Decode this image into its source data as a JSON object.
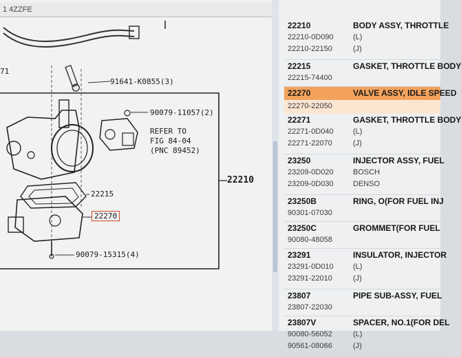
{
  "diagram": {
    "tab_title": "1 4ZZFE",
    "left_marker": "71",
    "callouts": [
      {
        "id": "c1",
        "text": "91641-K0855(3)"
      },
      {
        "id": "c2",
        "text": "90079-11057(2)"
      },
      {
        "id": "c3",
        "text": "REFER TO"
      },
      {
        "id": "c4",
        "text": "FIG 84-04"
      },
      {
        "id": "c5",
        "text": "(PNC 89452)"
      },
      {
        "id": "c6",
        "text": "22215"
      },
      {
        "id": "c7",
        "text": "22270"
      },
      {
        "id": "c8",
        "text": "90079-15315(4)"
      },
      {
        "id": "c9",
        "text": "22210"
      }
    ]
  },
  "parts": [
    {
      "number": "22210",
      "name": "BODY ASSY, THROTTLE",
      "subs": [
        {
          "code": "22210-0D090",
          "note": "(L)"
        },
        {
          "code": "22210-22150",
          "note": "(J)"
        }
      ]
    },
    {
      "number": "22215",
      "name": "GASKET, THROTTLE BODY",
      "subs": [
        {
          "code": "22215-74400",
          "note": ""
        }
      ]
    },
    {
      "number": "22270",
      "name": "VALVE ASSY, IDLE SPEED",
      "subs": [
        {
          "code": "22270-22050",
          "note": ""
        }
      ],
      "highlighted": true
    },
    {
      "number": "22271",
      "name": "GASKET, THROTTLE BODY",
      "subs": [
        {
          "code": "22271-0D040",
          "note": "(L)"
        },
        {
          "code": "22271-22070",
          "note": "(J)"
        }
      ]
    },
    {
      "number": "23250",
      "name": "INJECTOR ASSY, FUEL",
      "subs": [
        {
          "code": "23209-0D020",
          "note": "BOSCH"
        },
        {
          "code": "23209-0D030",
          "note": "DENSO"
        }
      ]
    },
    {
      "number": "23250B",
      "name": "RING, O(FOR FUEL INJ",
      "subs": [
        {
          "code": "90301-07030",
          "note": ""
        }
      ]
    },
    {
      "number": "23250C",
      "name": "GROMMET(FOR FUEL",
      "subs": [
        {
          "code": "90080-48058",
          "note": ""
        }
      ]
    },
    {
      "number": "23291",
      "name": "INSULATOR, INJECTOR",
      "subs": [
        {
          "code": "23291-0D010",
          "note": "(L)"
        },
        {
          "code": "23291-22010",
          "note": "(J)"
        }
      ]
    },
    {
      "number": "23807",
      "name": "PIPE SUB-ASSY, FUEL",
      "subs": [
        {
          "code": "23807-22030",
          "note": ""
        }
      ]
    },
    {
      "number": "23807V",
      "name": "SPACER, NO.1(FOR DEL",
      "subs": [
        {
          "code": "90080-56052",
          "note": "(L)"
        },
        {
          "code": "90561-08066",
          "note": "(J)"
        }
      ]
    }
  ]
}
